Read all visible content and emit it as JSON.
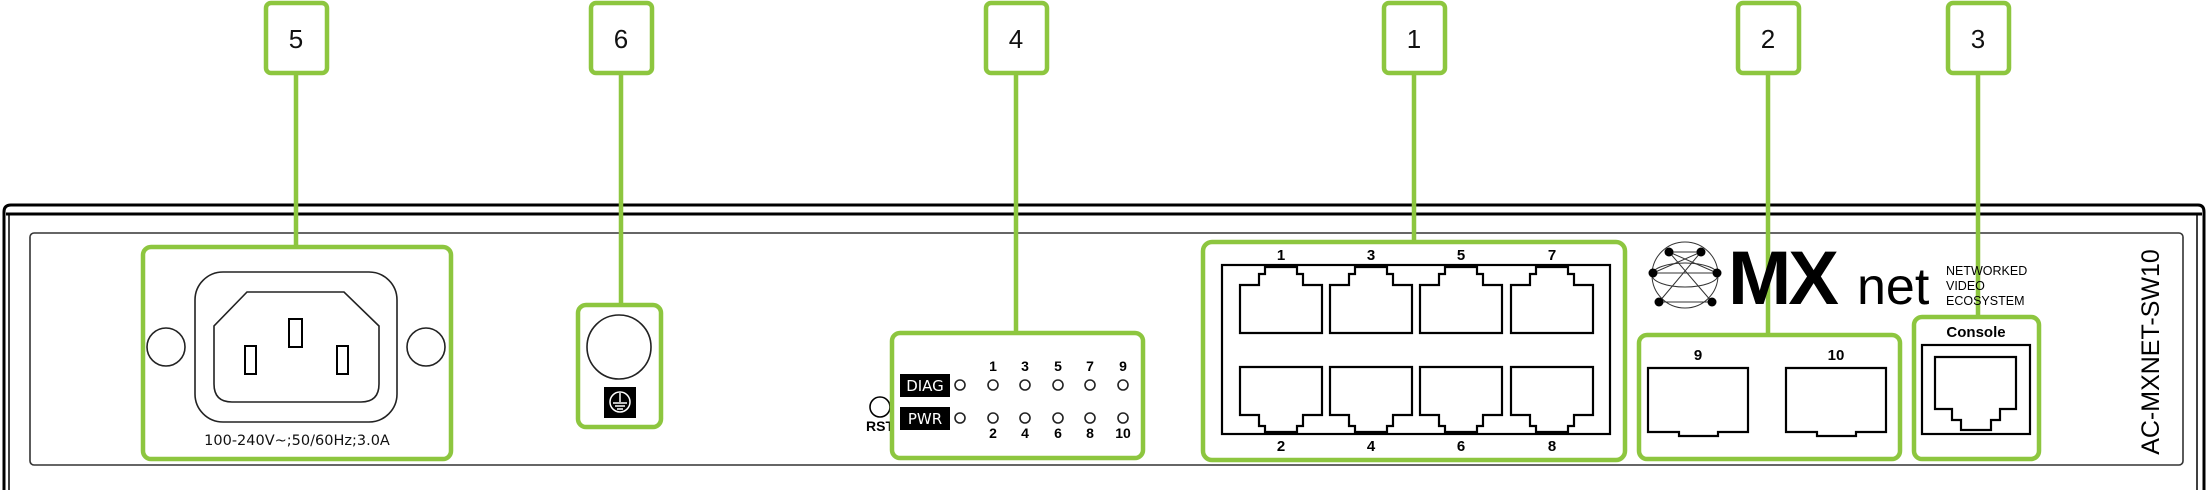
{
  "callouts": [
    "1",
    "2",
    "3",
    "4",
    "5",
    "6"
  ],
  "power": {
    "rating": "100-240V~;50/60Hz;3.0A"
  },
  "leds": {
    "diag_label": "DIAG",
    "pwr_label": "PWR",
    "reset_label": "RST",
    "top_numbers": [
      "1",
      "3",
      "5",
      "7",
      "9"
    ],
    "bottom_numbers": [
      "2",
      "4",
      "6",
      "8",
      "10"
    ]
  },
  "ethernet_ports": {
    "top_numbers": [
      "1",
      "3",
      "5",
      "7"
    ],
    "bottom_numbers": [
      "2",
      "4",
      "6",
      "8"
    ]
  },
  "sfp_ports": [
    "9",
    "10"
  ],
  "console": {
    "label": "Console"
  },
  "logo": {
    "brand_bold": "MX",
    "brand_light": "net",
    "tagline": [
      "NETWORKED",
      "VIDEO",
      "ECOSYSTEM"
    ]
  },
  "model": "AC-MXNET-SW10",
  "colors": {
    "callout_green": "#8dc63f",
    "outline": "#000000"
  }
}
